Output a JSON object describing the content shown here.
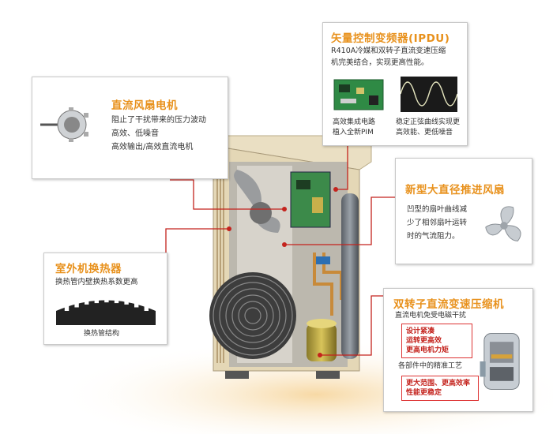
{
  "ipdu": {
    "title": "矢量控制变频器(IPDU)",
    "desc": [
      "R410A冷媒和双转子直流变速压缩",
      "机完美结合，实现更高性能。"
    ],
    "caption_left": [
      "高效集成电路",
      "植入全新PIM"
    ],
    "caption_right": [
      "稳定正弦曲线实现更",
      "高效能、更低噪音"
    ]
  },
  "fan_motor": {
    "title": "直流风扇电机",
    "lines": [
      "阻止了干扰带来的压力波动",
      "高效、低噪音",
      "高效输出/高效直流电机"
    ]
  },
  "fan": {
    "title": "新型大直径推进风扇",
    "lines": [
      "凹型的扇叶曲线减",
      "少了相邻扇叶运转",
      "时的气流阻力。"
    ]
  },
  "heat_exchanger": {
    "title": "室外机换热器",
    "subtitle": "换热管内壁换热系数更高",
    "caption": "换热管结构"
  },
  "compressor": {
    "title": "双转子直流变速压缩机",
    "subtitle": "直流电机免受电磁干扰",
    "box1": [
      "设计紧凑",
      "运转更高效",
      "更高电机力矩"
    ],
    "middle": "各部件中的精准工艺",
    "box2": [
      "更大范围、更高效率",
      "性能更稳定"
    ]
  },
  "colors": {
    "accent": "#e8911c",
    "leader": "#c4231d",
    "unit": "#e8dcc0"
  }
}
